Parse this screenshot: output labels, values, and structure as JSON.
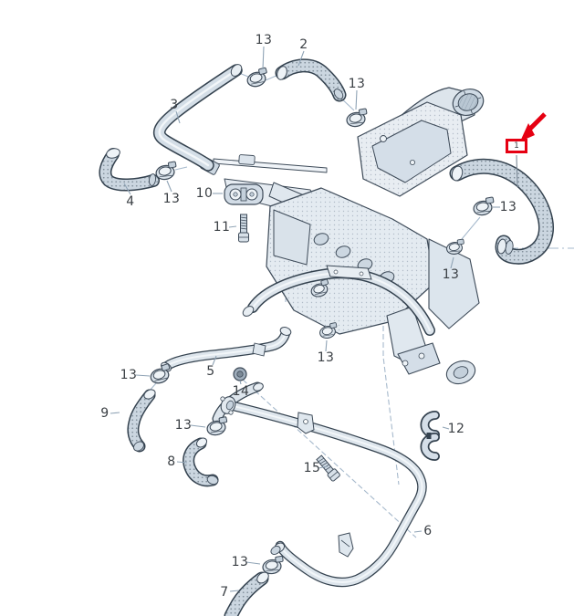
{
  "diagram_title": "",
  "highlight": {
    "part": "1"
  },
  "callouts": [
    {
      "id": "c0",
      "part": "13"
    },
    {
      "id": "c1",
      "part": "2"
    },
    {
      "id": "c2",
      "part": "13"
    },
    {
      "id": "c3",
      "part": "3"
    },
    {
      "id": "c4",
      "part": "4"
    },
    {
      "id": "c5",
      "part": "13"
    },
    {
      "id": "c6",
      "part": "10"
    },
    {
      "id": "c7",
      "part": "11"
    },
    {
      "id": "c8",
      "part": "13"
    },
    {
      "id": "c9",
      "part": "13"
    },
    {
      "id": "c10",
      "part": "5"
    },
    {
      "id": "c11",
      "part": "13"
    },
    {
      "id": "c12",
      "part": "14"
    },
    {
      "id": "c13",
      "part": "13"
    },
    {
      "id": "c14",
      "part": "9"
    },
    {
      "id": "c15",
      "part": "13"
    },
    {
      "id": "c16",
      "part": "8"
    },
    {
      "id": "c17",
      "part": "15"
    },
    {
      "id": "c18",
      "part": "12"
    },
    {
      "id": "c19",
      "part": "6"
    },
    {
      "id": "c20",
      "part": "13"
    },
    {
      "id": "c21",
      "part": "7"
    }
  ],
  "icons": {
    "highlight_arrow": "red-diagonal-arrow"
  },
  "colors": {
    "accent_red": "#e60012",
    "outline": "#3d4a58",
    "hose_fill": "#cbd6e0",
    "metal_fill": "#dfe7ee",
    "leader_line": "#a6b9cc",
    "label_text": "#3a3f44",
    "background": "#ffffff"
  }
}
